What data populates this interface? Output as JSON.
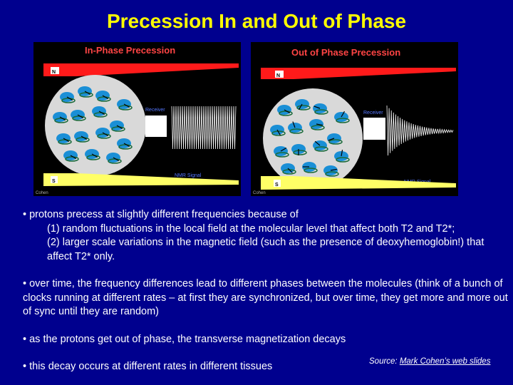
{
  "title": "Precession In and Out of Phase",
  "panels": {
    "left": {
      "title": "In-Phase Precession",
      "north": "N",
      "south": "S",
      "receiver": "Receiver",
      "signal": "NMR Signal",
      "credit": "Cohen"
    },
    "right": {
      "title": "Out of Phase Precession",
      "north": "N",
      "south": "S",
      "receiver": "Receiver",
      "signal": "NMR Signal",
      "credit": "Cohen"
    }
  },
  "bullets": {
    "b1": "• protons precess at slightly different frequencies because of",
    "b1_sub1": "(1) random fluctuations in the local field at the molecular level that affect both T2 and T2*;",
    "b1_sub2": "(2) larger scale variations in the magnetic field (such as the presence of deoxyhemoglobin!) that affect T2* only.",
    "b2": "• over time, the frequency differences lead to different phases between the molecules (think of a bunch of clocks running at different rates – at first they are synchronized, but over time, they get more and more out of sync until they are random)",
    "b3": "• as the protons get out of phase, the transverse magnetization decays",
    "b4": "• this decay occurs at different rates in different tissues"
  },
  "source": {
    "prefix": "Source: ",
    "link": "Mark Cohen’s web slides"
  },
  "colors": {
    "background": "#00008e",
    "title": "#ffff00",
    "magnet_north": "#ff0000",
    "magnet_south": "#ffff66",
    "sample": "#d9d9d9",
    "proton": "#1a8fd6"
  }
}
